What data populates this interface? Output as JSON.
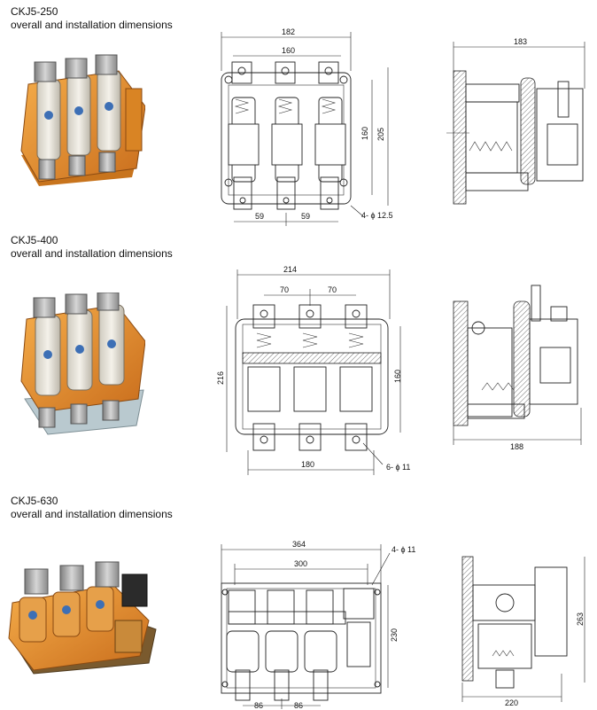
{
  "sections": [
    {
      "model": "CKJ5-250",
      "subtitle": "overall and installation dimensions",
      "dims": {
        "overall_width": "182",
        "pole_span": "160",
        "right_height_inner": "160",
        "right_height_outer": "205",
        "pole_pitch_left": "59",
        "pole_pitch_right": "59",
        "holes": "4- ϕ 12.5",
        "side_width": "183"
      }
    },
    {
      "model": "CKJ5-400",
      "subtitle": "overall and installation dimensions",
      "dims": {
        "overall_width": "214",
        "pole_pitch_left": "70",
        "pole_pitch_right": "70",
        "left_height": "216",
        "right_height": "160",
        "mount_width": "180",
        "holes": "6- ϕ 11",
        "side_width": "188"
      }
    },
    {
      "model": "CKJ5-630",
      "subtitle": "overall and installation dimensions",
      "dims": {
        "overall_width": "364",
        "pole_span": "300",
        "holes": "4- ϕ 11",
        "right_height": "230",
        "pole_pitch_left": "86",
        "pole_pitch_right": "86",
        "side_height": "263",
        "side_width": "220"
      }
    }
  ],
  "colors": {
    "housing_orange": "#e8912a",
    "housing_dark": "#b8621a",
    "insulator_white": "#e6e2d6",
    "base_grey_blue": "#b9c9cf",
    "metal_silver": "#a7a7a7"
  }
}
